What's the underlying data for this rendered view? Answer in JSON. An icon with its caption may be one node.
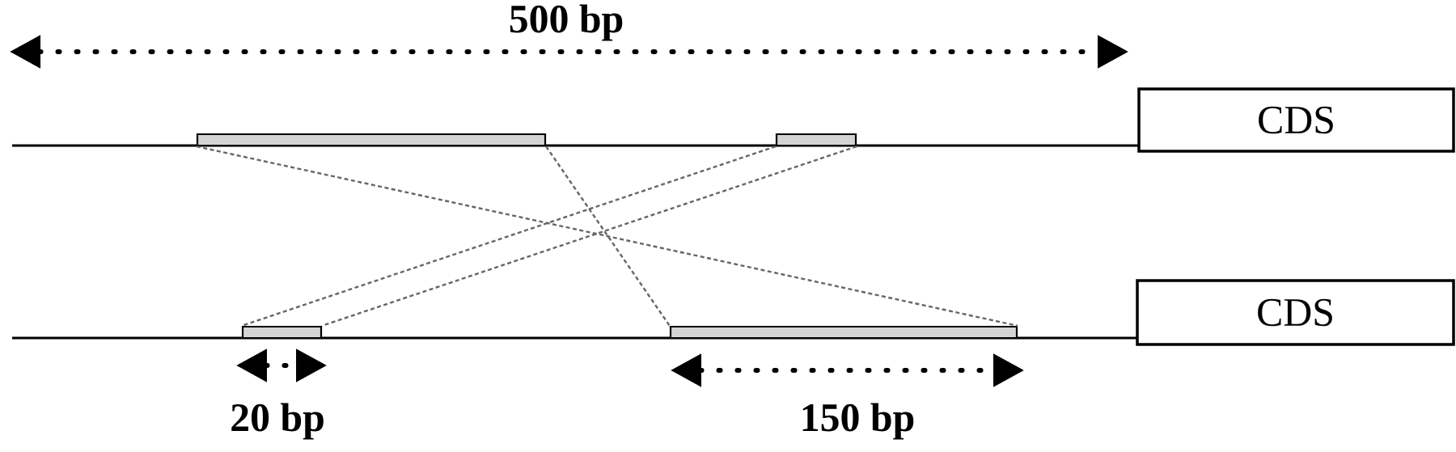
{
  "diagram": {
    "nodes": [
      {
        "text": [],
        "shape": "bar"
      },
      {
        "text": [],
        "shape": "bar"
      },
      {
        "text": [
          "CDS"
        ]
      },
      {
        "text": [],
        "shape": "bar"
      },
      {
        "text": [],
        "shape": "bar"
      },
      {
        "text": [
          "CDS"
        ]
      }
    ],
    "edges": [
      {
        "from": 0,
        "to": 4,
        "arrow": "none",
        "style": "dashed"
      },
      {
        "from": 0,
        "to": 4,
        "arrow": "none",
        "style": "dashed"
      },
      {
        "from": 1,
        "to": 3,
        "arrow": "none",
        "style": "dashed"
      },
      {
        "from": 1,
        "to": 3,
        "arrow": "none",
        "style": "dashed"
      }
    ],
    "labels": [
      "500 bp",
      "20 bp",
      "150 bp"
    ]
  }
}
